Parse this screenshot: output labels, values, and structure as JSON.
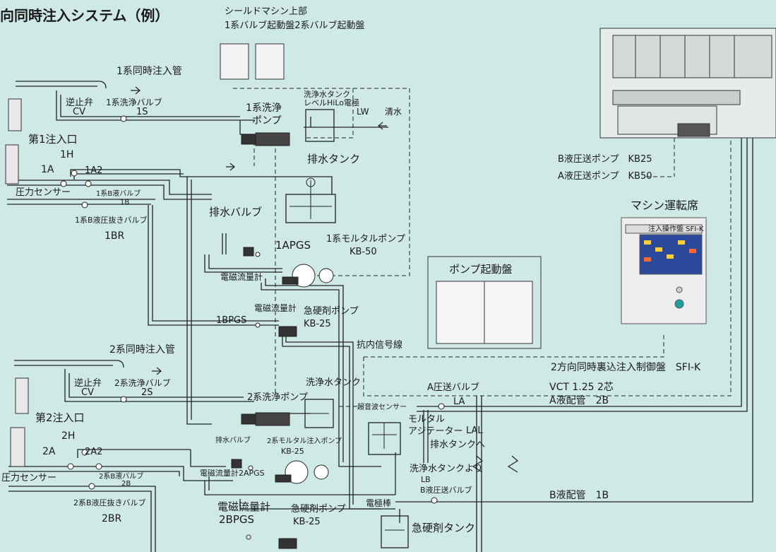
{
  "title": "向同時注入システム（例）",
  "top": {
    "shield_top": "シールドマシン上部",
    "board_label": "1系バルブ起動盤2系バルブ起動盤"
  },
  "line1": {
    "inject_pipe": "1系同時注入管",
    "check_valve": "逆止弁",
    "cv": "CV",
    "wash_valve": "1系洗浄バルブ",
    "s": "1S",
    "inlet": "第1注入口",
    "h": "1H",
    "a": "1A",
    "a2": "1A2",
    "pressure_sensor": "圧力センサー",
    "b_valve": "1系B液バルブ",
    "b": "1B",
    "b_drain": "1系B液圧抜きバルブ",
    "br": "1BR",
    "wash_pump_1": "1系洗浄",
    "wash_pump_2": "ポンプ",
    "wash_tank_1": "洗浄水タンク",
    "wash_tank_2": "レベルHiLo電極",
    "lw": "LW",
    "clean_water": "清水",
    "drain_tank": "排水タンク",
    "drain_valve": "排水バルブ",
    "mortar_pump": "1系モルタルポンプ",
    "mortar_kb": "KB-50",
    "apgs": "1APGS",
    "flowmeter_1": "電磁流量計",
    "flowmeter_2": "電磁流量計",
    "bpgs": "1BPGS",
    "hardener_pump": "急硬剤ポンプ",
    "hardener_kb": "KB-25"
  },
  "line2": {
    "inject_pipe": "2系同時注入管",
    "check_valve": "逆止弁",
    "cv": "CV",
    "wash_valve": "2系洗浄バルブ",
    "s": "2S",
    "inlet": "第2注入口",
    "h": "2H",
    "a": "2A",
    "a2": "2A2",
    "pressure_sensor": "圧力センサー",
    "b_valve": "2系B液バルブ",
    "b": "2B",
    "b_drain": "2系B液圧抜きバルブ",
    "br": "2BR",
    "wash_tank": "洗浄水タンク",
    "wash_pump": "2系洗浄ポンプ",
    "drain_valve": "排水バルブ",
    "mortar_pump": "2系モルタル注入ポンプ",
    "mortar_kb": "KB-25",
    "flowmeter_apgs": "電磁流量計2APGS",
    "flowmeter": "電磁流量計",
    "bpgs": "2BPGS",
    "hardener_pump": "急硬剤ポンプ",
    "hardener_kb": "KB-25"
  },
  "center": {
    "pump_board": "ポンプ起動盤",
    "signal_line": "抗内信号線",
    "a_valve": "A圧送バルブ",
    "la": "LA",
    "ultrasonic": "超音波センサー",
    "mortar_1": "モルタル",
    "mortar_2": "アジテーター",
    "lal": "LAL",
    "to_drain": "排水タンクへ",
    "from_wash": "洗浄水タンクより",
    "lb": "LB",
    "b_valve": "B液圧送バルブ",
    "electrode": "電極棒",
    "hardener_tank": "急硬剤タンク"
  },
  "right": {
    "b_pump": "B液圧送ポンプ　KB25",
    "a_pump": "A液圧送ポンプ　KB50",
    "operator_seat": "マシン運転席",
    "panel_title": "注入操作盤 SFI-K",
    "control_panel": "2方向同時裏込注入制御盤　SFI-K",
    "vct": "VCT 1.25 2芯",
    "a_pipe": "A液配管　2B",
    "b_pipe": "B液配管　1B"
  }
}
